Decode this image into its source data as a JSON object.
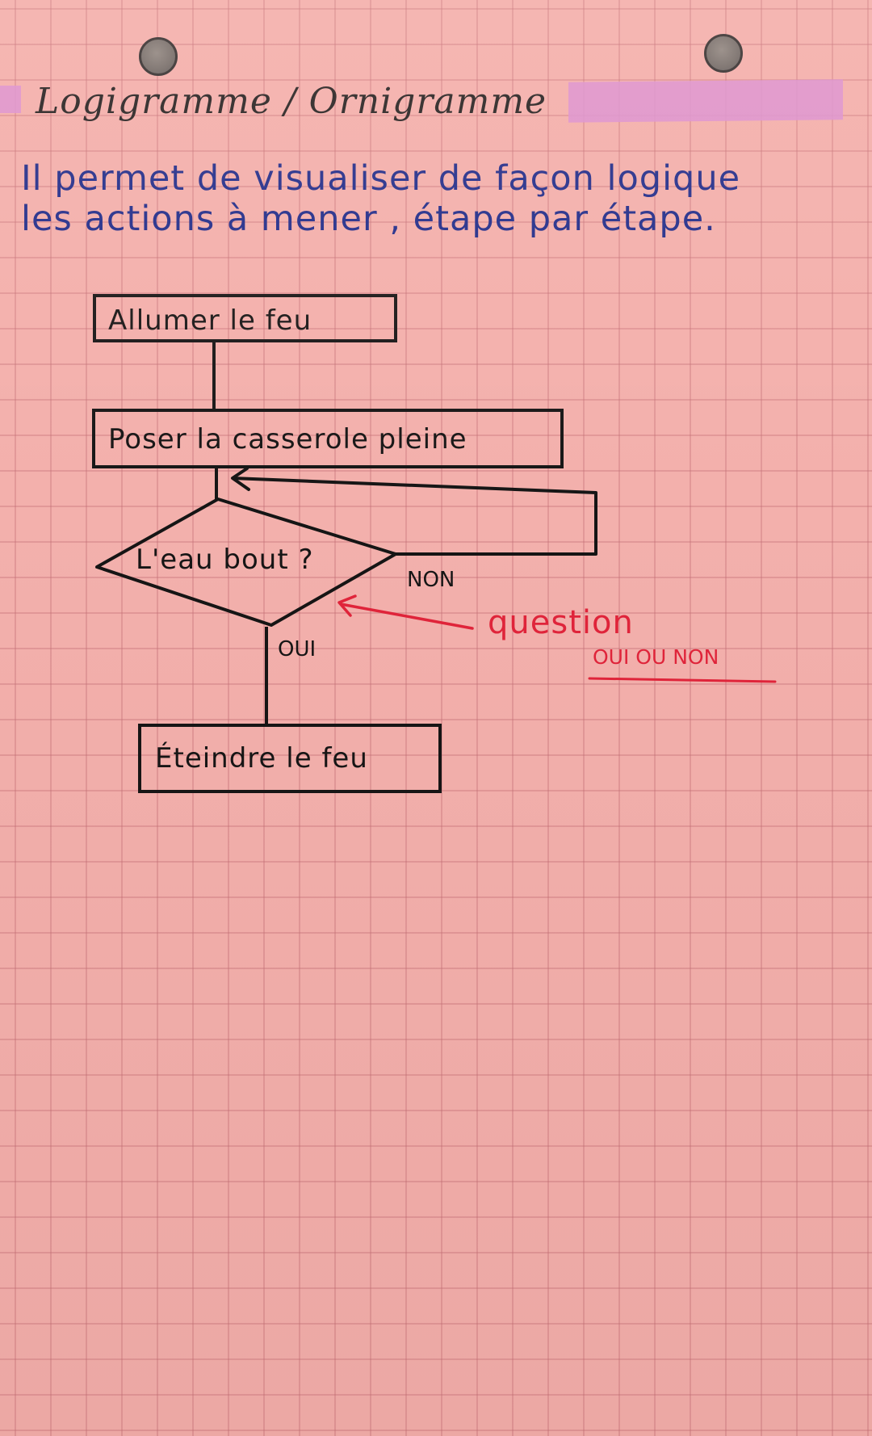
{
  "page": {
    "title": "Logigramme / Ornigramme",
    "intro": [
      "Il permet de visualiser de façon logique",
      "les actions à mener , étape par étape."
    ]
  },
  "flowchart": {
    "steps": {
      "light": "Allumer le feu",
      "place": "Poser la casserole pleine",
      "decision": "L'eau bout ?",
      "end": "Éteindre le feu"
    },
    "branches": {
      "yes": "OUI",
      "no": "NON"
    },
    "annotation": {
      "label": "question",
      "sub": "OUI OU NON"
    }
  },
  "colors": {
    "paper": "#f3b0ac",
    "grid": "#c47076",
    "ink_black": "#151515",
    "ink_blue": "#1b2a8a",
    "ink_red": "#e0243a",
    "highlighter": "#d98fd2"
  }
}
